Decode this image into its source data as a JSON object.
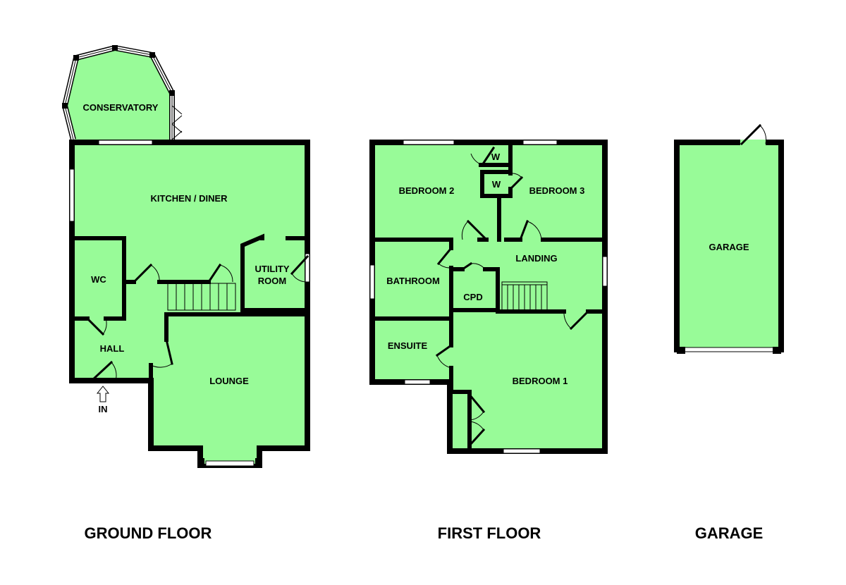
{
  "colors": {
    "room_fill": "#98fb98",
    "wall": "#000000"
  },
  "floors": {
    "ground": {
      "title": "GROUND FLOOR",
      "rooms": {
        "conservatory": "CONSERVATORY",
        "kitchen": "KITCHEN / DINER",
        "wc": "WC",
        "hall": "HALL",
        "utility_1": "UTILITY",
        "utility_2": "ROOM",
        "lounge": "LOUNGE"
      },
      "entrance": "IN"
    },
    "first": {
      "title": "FIRST FLOOR",
      "rooms": {
        "bedroom2": "BEDROOM 2",
        "bedroom3": "BEDROOM 3",
        "wardrobe1": "W",
        "wardrobe2": "W",
        "landing": "LANDING",
        "bathroom": "BATHROOM",
        "cpd": "CPD",
        "ensuite": "ENSUITE",
        "bedroom1": "BEDROOM 1"
      }
    },
    "garage": {
      "title": "GARAGE",
      "rooms": {
        "garage": "GARAGE"
      }
    }
  }
}
